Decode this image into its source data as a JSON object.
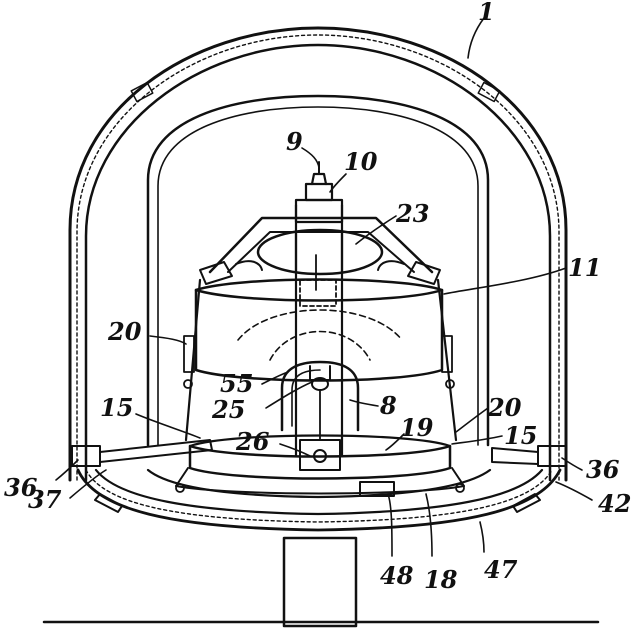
{
  "labels": {
    "l1": "1",
    "l9": "9",
    "l10": "10",
    "l23": "23",
    "l11": "11",
    "l20a": "20",
    "l20b": "20",
    "l55": "55",
    "l8": "8",
    "l25": "25",
    "l15a": "15",
    "l15b": "15",
    "l26": "26",
    "l19": "19",
    "l36a": "36",
    "l36b": "36",
    "l37": "37",
    "l42": "42",
    "l48": "48",
    "l18": "18",
    "l47": "47"
  },
  "colors": {
    "ink": "#111111",
    "paper": "#ffffff"
  }
}
